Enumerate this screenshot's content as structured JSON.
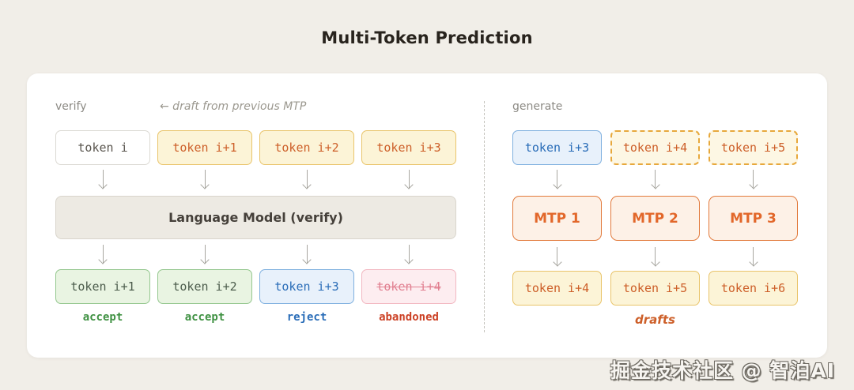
{
  "title": "Multi-Token Prediction",
  "watermark": "掘金技术社区 @ 智泊AI",
  "verify": {
    "section_label": "verify",
    "hint": "← draft from previous MTP",
    "input_tokens": [
      {
        "label": "token i"
      },
      {
        "label": "token i+1"
      },
      {
        "label": "token i+2"
      },
      {
        "label": "token i+3"
      }
    ],
    "model_label": "Language Model (verify)",
    "output_tokens": [
      {
        "label": "token i+1",
        "status": "accept"
      },
      {
        "label": "token i+2",
        "status": "accept"
      },
      {
        "label": "token i+3",
        "status": "reject"
      },
      {
        "label": "token i+4",
        "status": "abandoned"
      }
    ]
  },
  "generate": {
    "section_label": "generate",
    "input_tokens": [
      {
        "label": "token i+3"
      },
      {
        "label": "token i+4"
      },
      {
        "label": "token i+5"
      }
    ],
    "mtp_modules": [
      {
        "label": "MTP 1"
      },
      {
        "label": "MTP 2"
      },
      {
        "label": "MTP 3"
      }
    ],
    "output_tokens": [
      {
        "label": "token i+4"
      },
      {
        "label": "token i+5"
      },
      {
        "label": "token i+6"
      }
    ],
    "drafts_label": "drafts"
  },
  "colors": {
    "page_background": "#f1eee8",
    "card_background": "#ffffff",
    "draft_yellow_bg": "#fcf4d7",
    "draft_yellow_border": "#e9c46a",
    "token_orange_text": "#cd5f29",
    "mtp_orange": "#e2672a",
    "accept_green": "#3f9142",
    "reject_blue": "#2a6db8",
    "abandoned_red": "#cc4125"
  }
}
